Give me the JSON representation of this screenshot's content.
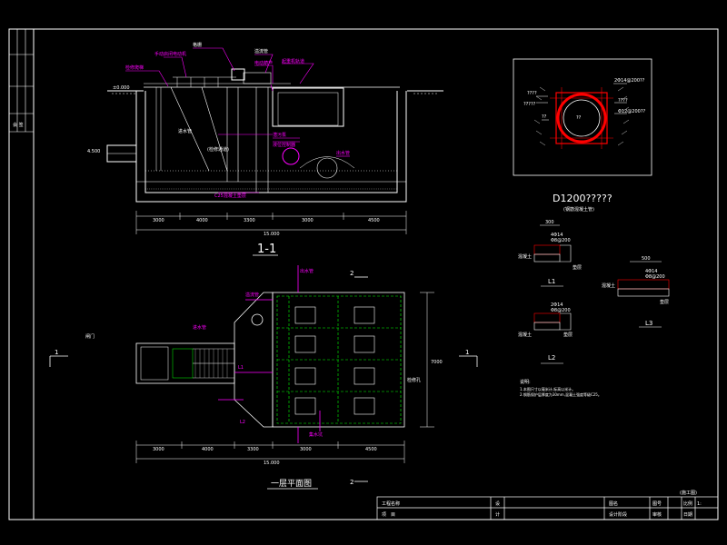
{
  "colors": {
    "background": "#000000",
    "line": "#ffffff",
    "magenta": "#ff00ff",
    "red": "#ff0000",
    "green": "#00ff00",
    "cyan": "#00ffff",
    "yellow": "#ffff00"
  },
  "sheet": {
    "side_stamp": "会 签"
  },
  "section": {
    "title": "1-1",
    "labels": {
      "l1": "手动启闭电动机",
      "l2": "检修爬梯",
      "l3": "溢流管",
      "l4": "格栅",
      "l5": "电动葫芦",
      "l6": "出水管",
      "l7": "潜污泵",
      "l8": "液位控制器",
      "l9": "进水管",
      "l10": "(检修通道)",
      "l11": "C25混凝土垫层",
      "l12": "起重机轨道"
    },
    "elev_left": "4.500",
    "elev_top": "±0.000",
    "dims": [
      "3000",
      "4000",
      "3300",
      "3000",
      "4500"
    ],
    "dim_total": "15.000"
  },
  "plan": {
    "title": "一层平面图",
    "cut_marks": {
      "left": "1",
      "right": "1",
      "top": "2",
      "bottom": "2"
    },
    "labels": {
      "p1": "进水管",
      "p2": "溢流管",
      "p3": "出水管",
      "p4": "检修孔",
      "p5": "闸门",
      "p6": "集水坑",
      "p7": "L1",
      "p8": "L2"
    },
    "dims": [
      "3000",
      "4000",
      "3300",
      "3000",
      "4500"
    ],
    "dim_total": "15.000",
    "dim_right": "7000"
  },
  "pipe_detail": {
    "title": "D1200?????",
    "subtitle": "(钢筋混凝土管)",
    "labels": {
      "a": "2Φ14@200??",
      "b": "????",
      "c": "?????",
      "d": "??",
      "e": "????",
      "f": "Φ12@200??",
      "g": "??"
    }
  },
  "details": {
    "L1": {
      "name": "L1",
      "dim": "300",
      "note1": "4Φ14",
      "note2": "Φ8@200",
      "side": "混凝土",
      "base": "垫层"
    },
    "L2": {
      "name": "L2",
      "note1": "2Φ14",
      "note2": "Φ8@200",
      "side": "混凝土",
      "base": "垫层"
    },
    "L3": {
      "name": "L3",
      "dim": "500",
      "note1": "4Φ14",
      "note2": "Φ8@200",
      "side": "混凝土",
      "base": "垫层"
    },
    "notes_title": "说明:",
    "notes": [
      "1.本图尺寸以毫米计,标高以米计。",
      "2.钢筋保护层厚度为30mm,混凝土强度等级C25。"
    ]
  },
  "title_block": {
    "project_label": "工程名称",
    "item_label": "项　目",
    "design_label": "图名",
    "design2_label": "设计阶段",
    "drawing_no_label": "图号",
    "ratio_label": "比例",
    "date_label": "日期",
    "ratio_value": "1:",
    "review_label": "审核",
    "cell_mid": "设",
    "cell_mid2": "计",
    "corner_note": "(施工图)"
  }
}
